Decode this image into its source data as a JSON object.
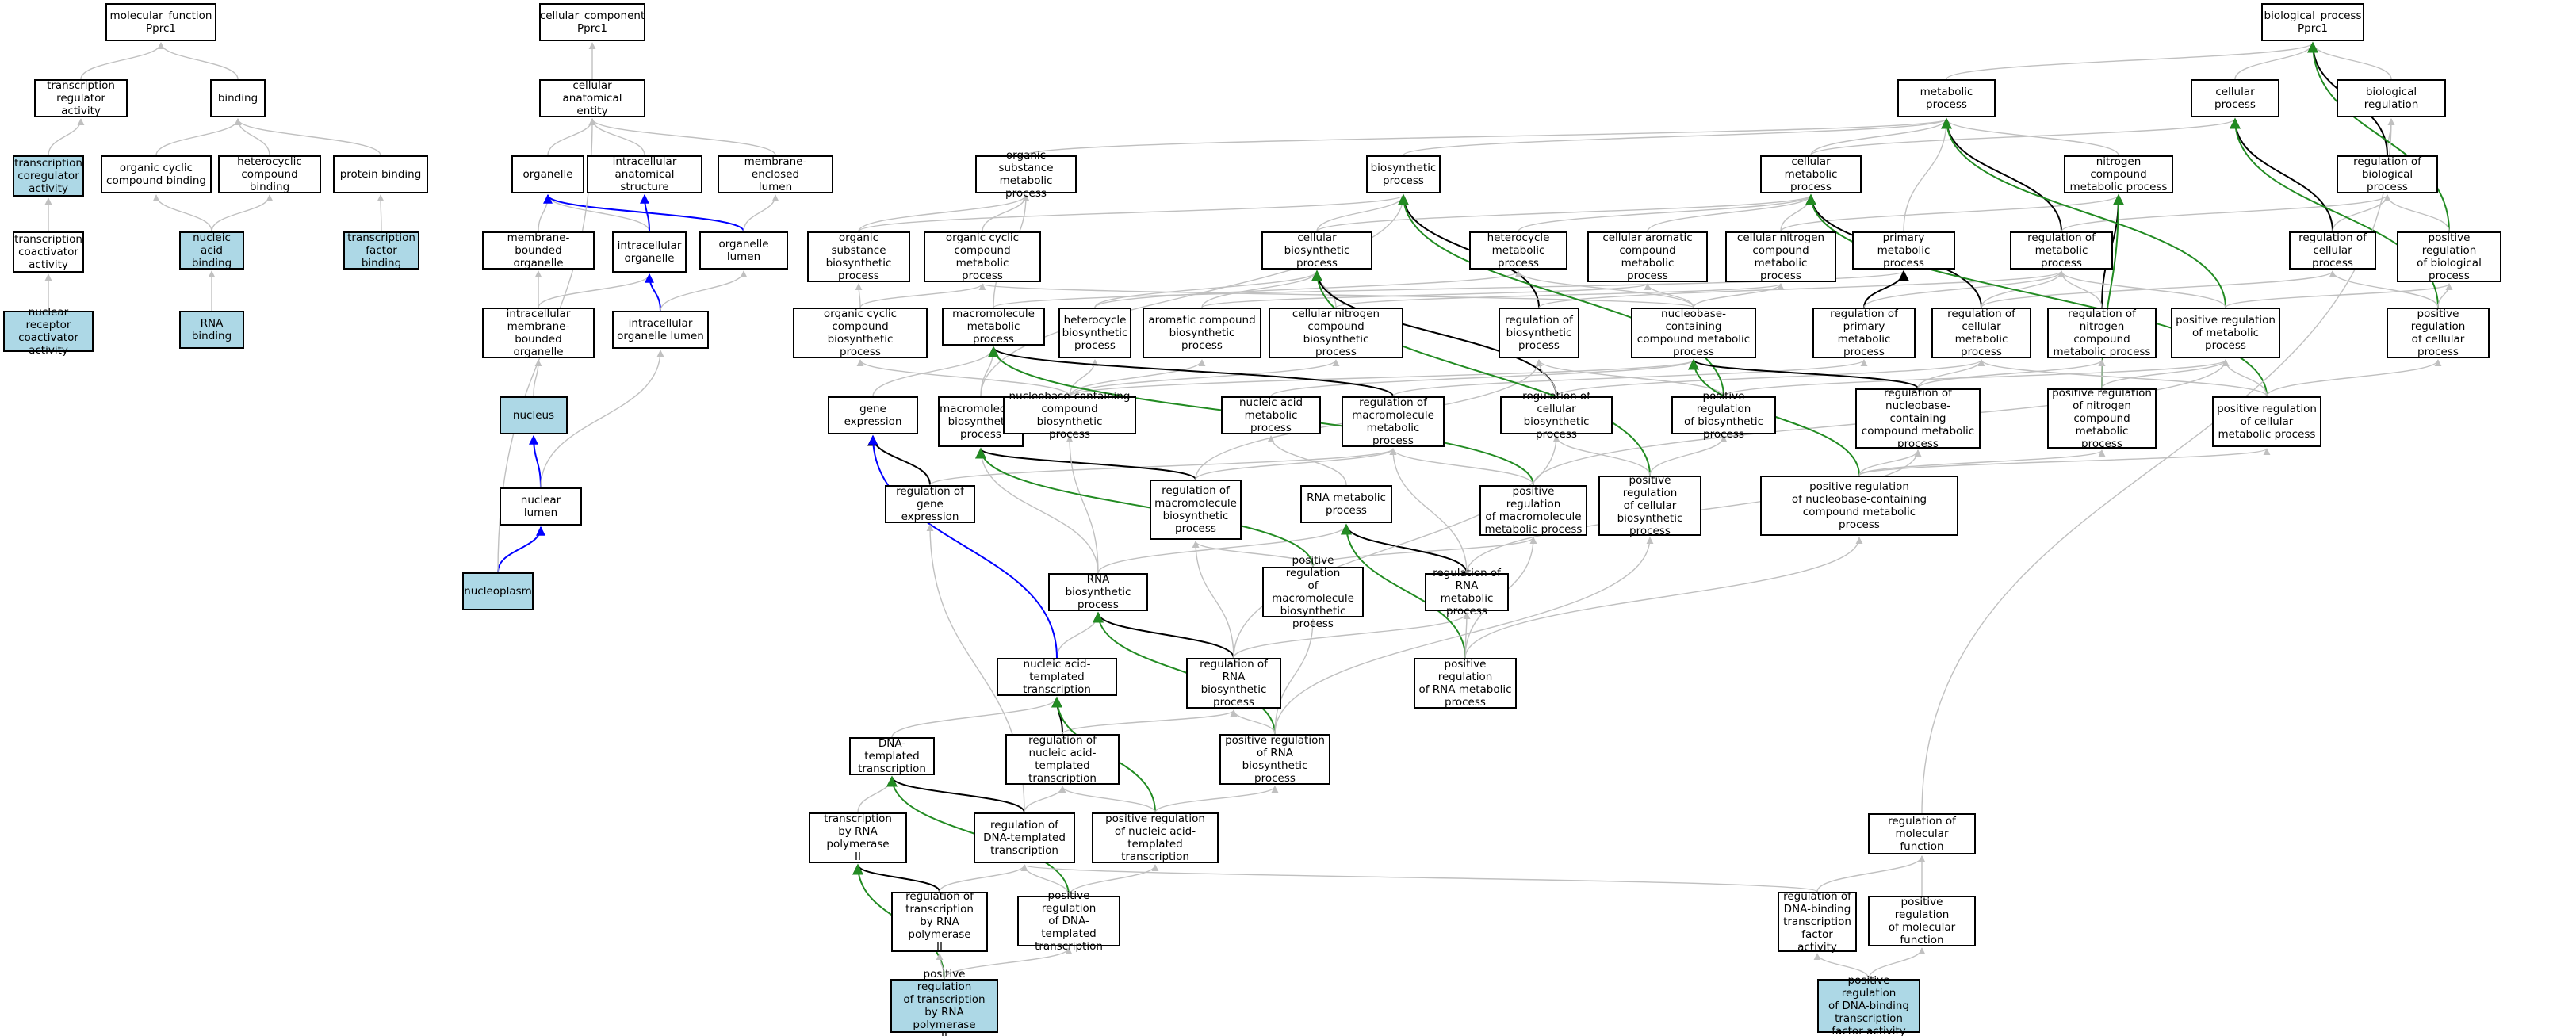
{
  "colors": {
    "gray": "#c0c0c0",
    "black": "#000000",
    "blue": "#0000ff",
    "green": "#228b22",
    "highlight": "#add8e6"
  },
  "nodes": {
    "mf": {
      "label": "molecular_function\nPprc1"
    },
    "tra": {
      "label": "transcription\nregulator activity"
    },
    "binding": {
      "label": "binding"
    },
    "tca": {
      "label": "transcription\ncoregulator\nactivity",
      "hl": true
    },
    "ocb": {
      "label": "organic cyclic\ncompound binding"
    },
    "hcb": {
      "label": "heterocyclic\ncompound binding"
    },
    "pb": {
      "label": "protein binding"
    },
    "tcoa": {
      "label": "transcription\ncoactivator\nactivity"
    },
    "nab": {
      "label": "nucleic acid\nbinding",
      "hl": true
    },
    "tfb": {
      "label": "transcription\nfactor binding",
      "hl": true
    },
    "nrca": {
      "label": "nuclear receptor\ncoactivator\nactivity",
      "hl": true
    },
    "rnab": {
      "label": "RNA binding",
      "hl": true
    },
    "cc": {
      "label": "cellular_component\nPprc1"
    },
    "cae": {
      "label": "cellular anatomical\nentity"
    },
    "organelle": {
      "label": "organelle"
    },
    "ias": {
      "label": "intracellular\nanatomical structure"
    },
    "mel": {
      "label": "membrane-enclosed\nlumen"
    },
    "mbo": {
      "label": "membrane-bounded\norganelle"
    },
    "io": {
      "label": "intracellular\norganelle"
    },
    "ol": {
      "label": "organelle lumen"
    },
    "imbo": {
      "label": "intracellular\nmembrane-bounded\norganelle"
    },
    "iol": {
      "label": "intracellular\norganelle lumen"
    },
    "nucleus": {
      "label": "nucleus",
      "hl": true
    },
    "nl": {
      "label": "nuclear lumen"
    },
    "np": {
      "label": "nucleoplasm",
      "hl": true
    },
    "bp": {
      "label": "biological_process\nPprc1"
    },
    "metproc": {
      "label": "metabolic process"
    },
    "cellproc": {
      "label": "cellular process"
    },
    "bioreg": {
      "label": "biological regulation"
    },
    "osmp": {
      "label": "organic substance\nmetabolic process"
    },
    "biosyn": {
      "label": "biosynthetic\nprocess"
    },
    "cmp": {
      "label": "cellular metabolic\nprocess"
    },
    "ncmp": {
      "label": "nitrogen compound\nmetabolic process"
    },
    "robp": {
      "label": "regulation of\nbiological process"
    },
    "osbp": {
      "label": "organic substance\nbiosynthetic\nprocess"
    },
    "occmp": {
      "label": "organic cyclic\ncompound metabolic\nprocess"
    },
    "cbp": {
      "label": "cellular biosynthetic\nprocess"
    },
    "hmp": {
      "label": "heterocycle\nmetabolic process"
    },
    "cacmp": {
      "label": "cellular aromatic\ncompound metabolic\nprocess"
    },
    "cncmp": {
      "label": "cellular nitrogen\ncompound metabolic\nprocess"
    },
    "pmp": {
      "label": "primary metabolic\nprocess"
    },
    "romp": {
      "label": "regulation of\nmetabolic process"
    },
    "rocp": {
      "label": "regulation of\ncellular process"
    },
    "probp": {
      "label": "positive regulation\nof biological\nprocess"
    },
    "occbp": {
      "label": "organic cyclic\ncompound biosynthetic\nprocess"
    },
    "mmp": {
      "label": "macromolecule\nmetabolic process"
    },
    "hbp": {
      "label": "heterocycle\nbiosynthetic\nprocess"
    },
    "acbp": {
      "label": "aromatic compound\nbiosynthetic\nprocess"
    },
    "cncbp": {
      "label": "cellular nitrogen\ncompound biosynthetic\nprocess"
    },
    "robiosyn": {
      "label": "regulation of\nbiosynthetic\nprocess"
    },
    "nccmp": {
      "label": "nucleobase-containing\ncompound metabolic\nprocess"
    },
    "ropmp": {
      "label": "regulation of\nprimary metabolic\nprocess"
    },
    "rocmp": {
      "label": "regulation of\ncellular metabolic\nprocess"
    },
    "roncmp": {
      "label": "regulation of\nnitrogen compound\nmetabolic process"
    },
    "promp": {
      "label": "positive regulation\nof metabolic\nprocess"
    },
    "procp": {
      "label": "positive regulation\nof cellular\nprocess"
    },
    "ge": {
      "label": "gene expression"
    },
    "mbiosyn": {
      "label": "macromolecule\nbiosynthetic\nprocess"
    },
    "nccbp": {
      "label": "nucleobase-containing\ncompound biosynthetic\nprocess"
    },
    "namp": {
      "label": "nucleic acid\nmetabolic process"
    },
    "rommp": {
      "label": "regulation of\nmacromolecule\nmetabolic process"
    },
    "rocbp": {
      "label": "regulation of\ncellular biosynthetic\nprocess"
    },
    "probiosyn": {
      "label": "positive regulation\nof biosynthetic\nprocess"
    },
    "ronccmp": {
      "label": "regulation of\nnucleobase-containing\ncompound metabolic\nprocess"
    },
    "proncmp": {
      "label": "positive regulation\nof nitrogen\ncompound metabolic\nprocess"
    },
    "procmp": {
      "label": "positive regulation\nof cellular\nmetabolic process"
    },
    "roge": {
      "label": "regulation of\ngene expression"
    },
    "rombp": {
      "label": "regulation of\nmacromolecule\nbiosynthetic\nprocess"
    },
    "rnamp": {
      "label": "RNA metabolic\nprocess"
    },
    "prommp": {
      "label": "positive regulation\nof macromolecule\nmetabolic process"
    },
    "procbp": {
      "label": "positive regulation\nof cellular\nbiosynthetic\nprocess"
    },
    "proncc": {
      "label": "positive regulation\nof nucleobase-containing\ncompound metabolic\nprocess"
    },
    "rnabp": {
      "label": "RNA biosynthetic\nprocess"
    },
    "prombp": {
      "label": "positive regulation\nof macromolecule\nbiosynthetic\nprocess"
    },
    "rornamp": {
      "label": "regulation of\nRNA metabolic\nprocess"
    },
    "natt": {
      "label": "nucleic acid-templated\ntranscription"
    },
    "rornabp": {
      "label": "regulation of\nRNA biosynthetic\nprocess"
    },
    "prornamp": {
      "label": "positive regulation\nof RNA metabolic\nprocess"
    },
    "dtt": {
      "label": "DNA-templated\ntranscription"
    },
    "ronatt": {
      "label": "regulation of\nnucleic acid-templated\ntranscription"
    },
    "prornabp": {
      "label": "positive regulation\nof RNA biosynthetic\nprocess"
    },
    "tbrp": {
      "label": "transcription\nby RNA polymerase\nII"
    },
    "rodtt": {
      "label": "regulation of\nDNA-templated\ntranscription"
    },
    "pronatt": {
      "label": "positive regulation\nof nucleic acid-templated\ntranscription"
    },
    "romf": {
      "label": "regulation of\nmolecular function"
    },
    "rotbrp": {
      "label": "regulation of\ntranscription\nby RNA polymerase\nII"
    },
    "prodtt": {
      "label": "positive regulation\nof DNA-templated\ntranscription"
    },
    "rodbtfa": {
      "label": "regulation of\nDNA-binding\ntranscription\nfactor activity"
    },
    "promf": {
      "label": "positive regulation\nof molecular\nfunction"
    },
    "protbrp": {
      "label": "positive regulation\nof transcription\nby RNA polymerase\nII",
      "hl": true
    },
    "prodbtfa": {
      "label": "positive regulation\nof DNA-binding\ntranscription\nfactor activity",
      "hl": true
    }
  },
  "edges": [
    [
      "tra",
      "mf",
      "gray"
    ],
    [
      "binding",
      "mf",
      "gray"
    ],
    [
      "tca",
      "tra",
      "gray"
    ],
    [
      "tcoa",
      "tca",
      "gray"
    ],
    [
      "nrca",
      "tcoa",
      "gray"
    ],
    [
      "ocb",
      "binding",
      "gray"
    ],
    [
      "hcb",
      "binding",
      "gray"
    ],
    [
      "pb",
      "binding",
      "gray"
    ],
    [
      "nab",
      "ocb",
      "gray"
    ],
    [
      "nab",
      "hcb",
      "gray"
    ],
    [
      "rnab",
      "nab",
      "gray"
    ],
    [
      "tfb",
      "pb",
      "gray"
    ],
    [
      "cae",
      "cc",
      "gray"
    ],
    [
      "organelle",
      "cae",
      "gray"
    ],
    [
      "ias",
      "cae",
      "gray"
    ],
    [
      "mel",
      "cae",
      "gray"
    ],
    [
      "mbo",
      "organelle",
      "gray"
    ],
    [
      "io",
      "organelle",
      "gray"
    ],
    [
      "io",
      "ias",
      "blue"
    ],
    [
      "ol",
      "organelle",
      "blue"
    ],
    [
      "ol",
      "mel",
      "gray"
    ],
    [
      "imbo",
      "mbo",
      "gray"
    ],
    [
      "imbo",
      "io",
      "gray"
    ],
    [
      "iol",
      "io",
      "blue"
    ],
    [
      "iol",
      "ol",
      "gray"
    ],
    [
      "nucleus",
      "imbo",
      "gray"
    ],
    [
      "nl",
      "nucleus",
      "blue"
    ],
    [
      "nl",
      "iol",
      "gray"
    ],
    [
      "np",
      "nl",
      "blue"
    ],
    [
      "np",
      "cae",
      "gray"
    ],
    [
      "metproc",
      "bp",
      "gray"
    ],
    [
      "cellproc",
      "bp",
      "gray"
    ],
    [
      "bioreg",
      "bp",
      "gray"
    ],
    [
      "osmp",
      "metproc",
      "gray"
    ],
    [
      "biosyn",
      "metproc",
      "gray"
    ],
    [
      "cmp",
      "metproc",
      "gray"
    ],
    [
      "cmp",
      "cellproc",
      "gray"
    ],
    [
      "ncmp",
      "metproc",
      "gray"
    ],
    [
      "robp",
      "bioreg",
      "gray"
    ],
    [
      "robp",
      "bp",
      "black"
    ],
    [
      "probp",
      "bp",
      "green"
    ],
    [
      "probp",
      "robp",
      "gray"
    ],
    [
      "osbp",
      "osmp",
      "gray"
    ],
    [
      "osbp",
      "biosyn",
      "gray"
    ],
    [
      "occmp",
      "osmp",
      "gray"
    ],
    [
      "cbp",
      "biosyn",
      "gray"
    ],
    [
      "cbp",
      "cmp",
      "gray"
    ],
    [
      "hmp",
      "cmp",
      "gray"
    ],
    [
      "cacmp",
      "cmp",
      "gray"
    ],
    [
      "cncmp",
      "cmp",
      "gray"
    ],
    [
      "cncmp",
      "ncmp",
      "gray"
    ],
    [
      "pmp",
      "metproc",
      "gray"
    ],
    [
      "romp",
      "metproc",
      "black"
    ],
    [
      "romp",
      "robp",
      "gray"
    ],
    [
      "rocp",
      "cellproc",
      "black"
    ],
    [
      "rocp",
      "robp",
      "gray"
    ],
    [
      "occbp",
      "osbp",
      "gray"
    ],
    [
      "occbp",
      "occmp",
      "gray"
    ],
    [
      "mmp",
      "osmp",
      "gray"
    ],
    [
      "mmp",
      "pmp",
      "gray"
    ],
    [
      "hbp",
      "hmp",
      "gray"
    ],
    [
      "hbp",
      "cbp",
      "gray"
    ],
    [
      "acbp",
      "cacmp",
      "gray"
    ],
    [
      "acbp",
      "cbp",
      "gray"
    ],
    [
      "cncbp",
      "cncmp",
      "gray"
    ],
    [
      "cncbp",
      "cbp",
      "gray"
    ],
    [
      "robiosyn",
      "biosyn",
      "black"
    ],
    [
      "robiosyn",
      "romp",
      "gray"
    ],
    [
      "nccmp",
      "cacmp",
      "gray"
    ],
    [
      "nccmp",
      "hmp",
      "gray"
    ],
    [
      "nccmp",
      "cncmp",
      "gray"
    ],
    [
      "nccmp",
      "occmp",
      "gray"
    ],
    [
      "ropmp",
      "pmp",
      "black"
    ],
    [
      "ropmp",
      "romp",
      "gray"
    ],
    [
      "rocmp",
      "cmp",
      "black"
    ],
    [
      "rocmp",
      "romp",
      "gray"
    ],
    [
      "rocmp",
      "rocp",
      "gray"
    ],
    [
      "roncmp",
      "ncmp",
      "black"
    ],
    [
      "roncmp",
      "romp",
      "gray"
    ],
    [
      "promp",
      "metproc",
      "green"
    ],
    [
      "promp",
      "romp",
      "gray"
    ],
    [
      "promp",
      "probp",
      "gray"
    ],
    [
      "procp",
      "cellproc",
      "green"
    ],
    [
      "procp",
      "rocp",
      "gray"
    ],
    [
      "procp",
      "probp",
      "gray"
    ],
    [
      "ge",
      "mmp",
      "gray"
    ],
    [
      "mbiosyn",
      "mmp",
      "gray"
    ],
    [
      "mbiosyn",
      "biosyn",
      "gray"
    ],
    [
      "nccbp",
      "nccmp",
      "gray"
    ],
    [
      "nccbp",
      "hbp",
      "gray"
    ],
    [
      "nccbp",
      "acbp",
      "gray"
    ],
    [
      "nccbp",
      "cncbp",
      "gray"
    ],
    [
      "nccbp",
      "occbp",
      "gray"
    ],
    [
      "namp",
      "nccmp",
      "gray"
    ],
    [
      "rommp",
      "mmp",
      "black"
    ],
    [
      "rommp",
      "ropmp",
      "gray"
    ],
    [
      "rocbp",
      "cbp",
      "black"
    ],
    [
      "rocbp",
      "robiosyn",
      "gray"
    ],
    [
      "rocbp",
      "rocmp",
      "gray"
    ],
    [
      "probiosyn",
      "biosyn",
      "green"
    ],
    [
      "probiosyn",
      "robiosyn",
      "gray"
    ],
    [
      "probiosyn",
      "promp",
      "gray"
    ],
    [
      "ronccmp",
      "nccmp",
      "black"
    ],
    [
      "ronccmp",
      "rocmp",
      "gray"
    ],
    [
      "ronccmp",
      "roncmp",
      "gray"
    ],
    [
      "proncmp",
      "ncmp",
      "green"
    ],
    [
      "proncmp",
      "roncmp",
      "gray"
    ],
    [
      "proncmp",
      "promp",
      "gray"
    ],
    [
      "procmp",
      "cmp",
      "green"
    ],
    [
      "procmp",
      "rocmp",
      "gray"
    ],
    [
      "procmp",
      "promp",
      "gray"
    ],
    [
      "procmp",
      "procp",
      "gray"
    ],
    [
      "roge",
      "ge",
      "black"
    ],
    [
      "roge",
      "rommp",
      "gray"
    ],
    [
      "rombp",
      "mbiosyn",
      "black"
    ],
    [
      "rombp",
      "rommp",
      "gray"
    ],
    [
      "rombp",
      "robiosyn",
      "gray"
    ],
    [
      "rnamp",
      "namp",
      "gray"
    ],
    [
      "prommp",
      "mmp",
      "green"
    ],
    [
      "prommp",
      "rommp",
      "gray"
    ],
    [
      "prommp",
      "promp",
      "gray"
    ],
    [
      "procbp",
      "cbp",
      "green"
    ],
    [
      "procbp",
      "rocbp",
      "gray"
    ],
    [
      "procbp",
      "probiosyn",
      "gray"
    ],
    [
      "proncc",
      "nccmp",
      "green"
    ],
    [
      "proncc",
      "ronccmp",
      "gray"
    ],
    [
      "proncc",
      "procmp",
      "gray"
    ],
    [
      "proncc",
      "proncmp",
      "gray"
    ],
    [
      "rnabp",
      "rnamp",
      "gray"
    ],
    [
      "rnabp",
      "mbiosyn",
      "gray"
    ],
    [
      "rnabp",
      "nccbp",
      "gray"
    ],
    [
      "prombp",
      "mbiosyn",
      "green"
    ],
    [
      "prombp",
      "rombp",
      "gray"
    ],
    [
      "prombp",
      "prommp",
      "gray"
    ],
    [
      "rornamp",
      "rnamp",
      "black"
    ],
    [
      "rornamp",
      "rommp",
      "gray"
    ],
    [
      "rornamp",
      "ronccmp",
      "gray"
    ],
    [
      "natt",
      "rnabp",
      "gray"
    ],
    [
      "natt",
      "ge",
      "blue"
    ],
    [
      "rornabp",
      "rnabp",
      "black"
    ],
    [
      "rornabp",
      "rombp",
      "gray"
    ],
    [
      "rornabp",
      "rornamp",
      "gray"
    ],
    [
      "rornabp",
      "rocbp",
      "gray"
    ],
    [
      "prornamp",
      "rnamp",
      "green"
    ],
    [
      "prornamp",
      "rornamp",
      "gray"
    ],
    [
      "prornamp",
      "prommp",
      "gray"
    ],
    [
      "prornamp",
      "proncc",
      "gray"
    ],
    [
      "dtt",
      "natt",
      "gray"
    ],
    [
      "ronatt",
      "natt",
      "black"
    ],
    [
      "ronatt",
      "rornabp",
      "gray"
    ],
    [
      "prornabp",
      "rnabp",
      "green"
    ],
    [
      "prornabp",
      "rornabp",
      "gray"
    ],
    [
      "prornabp",
      "prombp",
      "gray"
    ],
    [
      "prornabp",
      "procbp",
      "gray"
    ],
    [
      "tbrp",
      "dtt",
      "gray"
    ],
    [
      "rodtt",
      "dtt",
      "black"
    ],
    [
      "rodtt",
      "ronatt",
      "gray"
    ],
    [
      "rodtt",
      "roge",
      "gray"
    ],
    [
      "pronatt",
      "natt",
      "green"
    ],
    [
      "pronatt",
      "ronatt",
      "gray"
    ],
    [
      "pronatt",
      "prornabp",
      "gray"
    ],
    [
      "romf",
      "bioreg",
      "gray"
    ],
    [
      "rotbrp",
      "tbrp",
      "black"
    ],
    [
      "rotbrp",
      "rodtt",
      "gray"
    ],
    [
      "prodtt",
      "dtt",
      "green"
    ],
    [
      "prodtt",
      "rodtt",
      "gray"
    ],
    [
      "prodtt",
      "pronatt",
      "gray"
    ],
    [
      "rodbtfa",
      "romf",
      "gray"
    ],
    [
      "rodbtfa",
      "rodtt",
      "gray"
    ],
    [
      "promf",
      "romf",
      "gray"
    ],
    [
      "protbrp",
      "tbrp",
      "green"
    ],
    [
      "protbrp",
      "rotbrp",
      "gray"
    ],
    [
      "protbrp",
      "prodtt",
      "gray"
    ],
    [
      "prodbtfa",
      "rodbtfa",
      "gray"
    ],
    [
      "prodbtfa",
      "promf",
      "gray"
    ]
  ]
}
